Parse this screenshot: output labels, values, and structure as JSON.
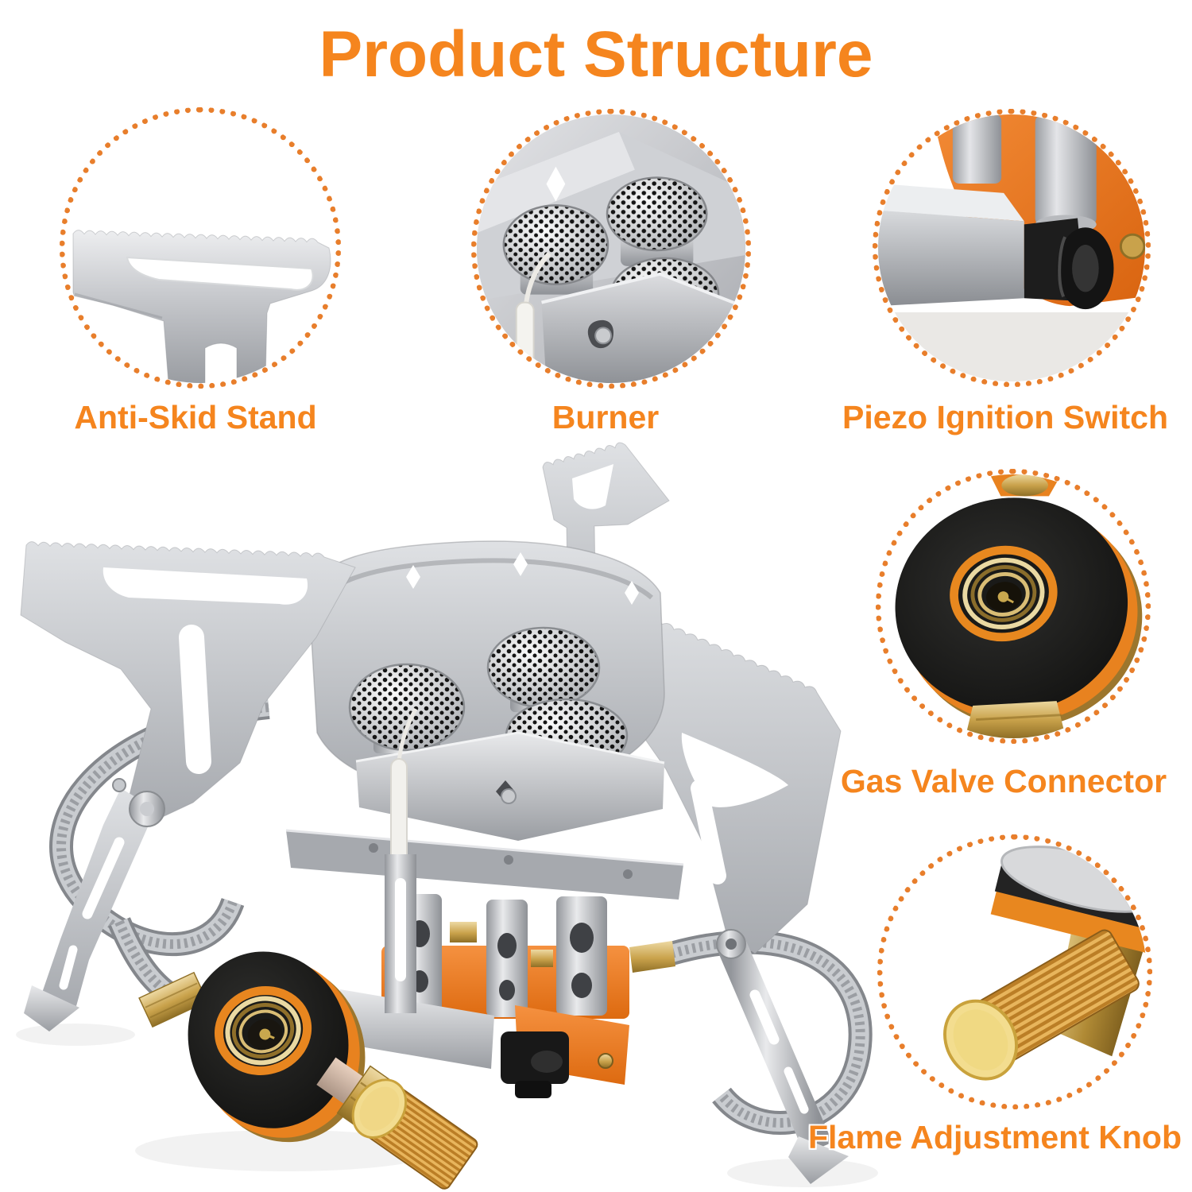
{
  "title": "Product Structure",
  "colors": {
    "accent": "#F5851E",
    "dot_border": "#E87E2B"
  },
  "callouts": [
    {
      "name": "anti-skid-stand",
      "label": "Anti-Skid Stand"
    },
    {
      "name": "burner",
      "label": "Burner"
    },
    {
      "name": "piezo-ignition-switch",
      "label": "Piezo Ignition Switch"
    },
    {
      "name": "gas-valve-connector",
      "label": "Gas Valve Connector"
    },
    {
      "name": "flame-adjustment-knob",
      "label": "Flame Adjustment Knob"
    }
  ]
}
